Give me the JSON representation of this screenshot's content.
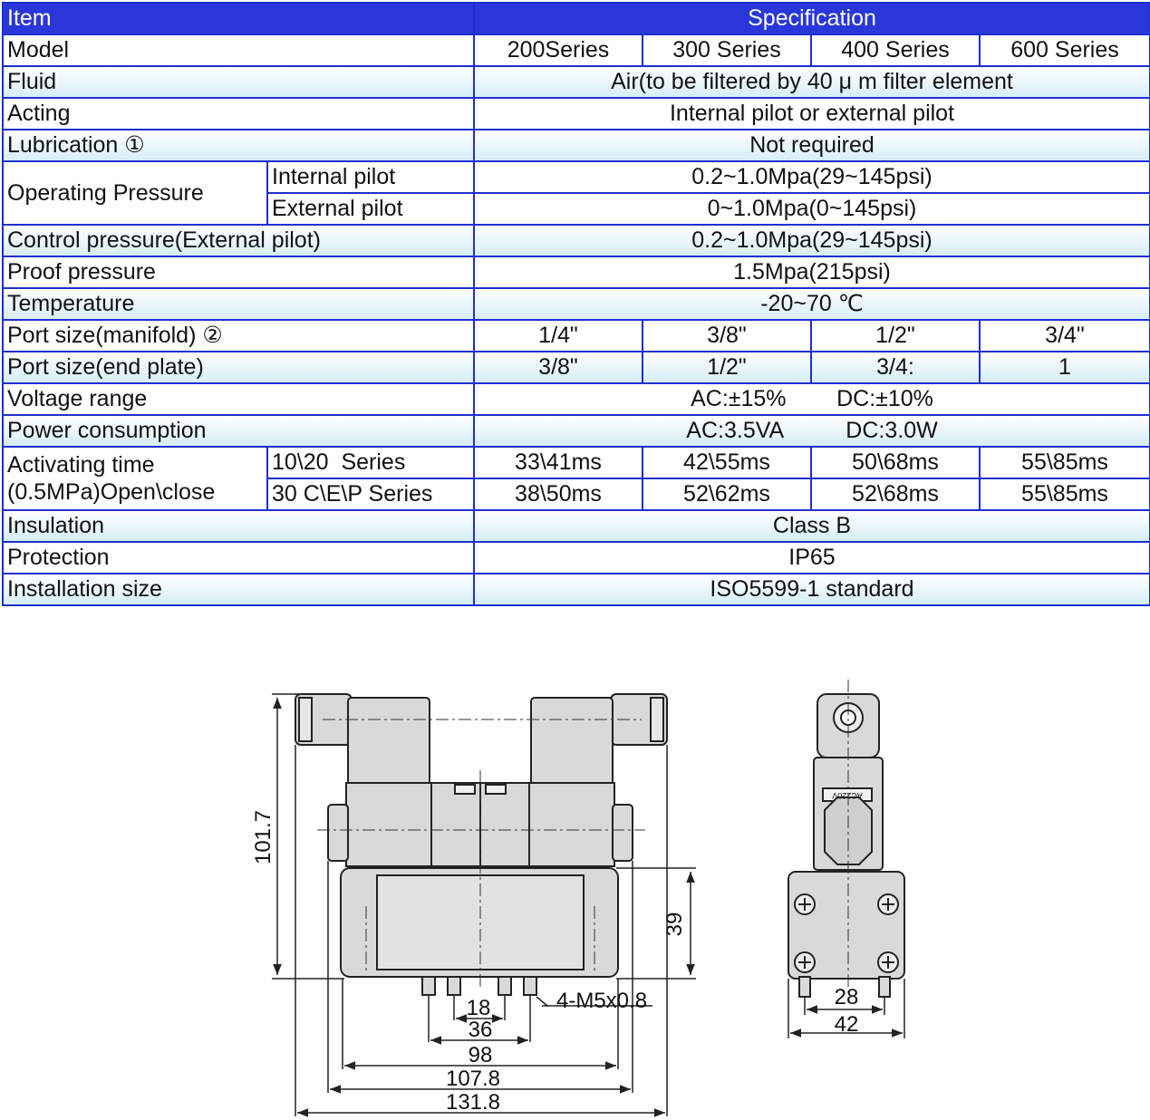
{
  "header": {
    "item": "Item",
    "specification": "Specification"
  },
  "rows": {
    "model": {
      "label": "Model",
      "v": [
        "200Series",
        "300 Series",
        "400 Series",
        "600 Series"
      ]
    },
    "fluid": {
      "label": "Fluid",
      "value": "Air(to be filtered by 40 μ m filter element"
    },
    "acting": {
      "label": "Acting",
      "value": "Internal pilot or external pilot"
    },
    "lubrication": {
      "label": "Lubrication ①",
      "value": "Not required"
    },
    "operating_pressure": {
      "label": "Operating Pressure",
      "internal_label": "Internal pilot",
      "internal_value": "0.2~1.0Mpa(29~145psi)",
      "external_label": "External pilot",
      "external_value": "0~1.0Mpa(0~145psi)"
    },
    "control_pressure": {
      "label": "Control pressure(External pilot)",
      "value": "0.2~1.0Mpa(29~145psi)"
    },
    "proof_pressure": {
      "label": "Proof pressure",
      "value": "1.5Mpa(215psi)"
    },
    "temperature": {
      "label": "Temperature",
      "value": "-20~70 ℃"
    },
    "port_manifold": {
      "label": "Port size(manifold)  ②",
      "v": [
        "1/4\"",
        "3/8\"",
        "1/2\"",
        "3/4\""
      ]
    },
    "port_end": {
      "label": "Port size(end plate)",
      "v": [
        "3/8\"",
        "1/2\"",
        "3/4:",
        "1"
      ]
    },
    "voltage": {
      "label": "Voltage range",
      "value": "AC:±15%        DC:±10%"
    },
    "power": {
      "label": "Power consumption",
      "value": "AC:3.5VA          DC:3.0W"
    },
    "activating": {
      "label_1": "Activating time",
      "label_2": "(0.5MPa)Open\\close",
      "sub1_label": "10\\20  Series",
      "sub1_v": [
        "33\\41ms",
        "42\\55ms",
        "50\\68ms",
        "55\\85ms"
      ],
      "sub2_label": "30 C\\E\\P Series",
      "sub2_v": [
        "38\\50ms",
        "52\\62ms",
        "52\\68ms",
        "55\\85ms"
      ]
    },
    "insulation": {
      "label": "Insulation",
      "value": "Class B"
    },
    "protection": {
      "label": "Protection",
      "value": "IP65"
    },
    "installation": {
      "label": "Installation size",
      "value": "ISO5599-1 standard"
    }
  },
  "drawing": {
    "dims": {
      "height": "101.7",
      "body_height": "39",
      "d18": "18",
      "d36": "36",
      "d98": "98",
      "d107": "107.8",
      "d131": "131.8",
      "port_note": "4-M5x0.8",
      "d28": "28",
      "d42": "42"
    },
    "coil_marking": "AC220V"
  }
}
